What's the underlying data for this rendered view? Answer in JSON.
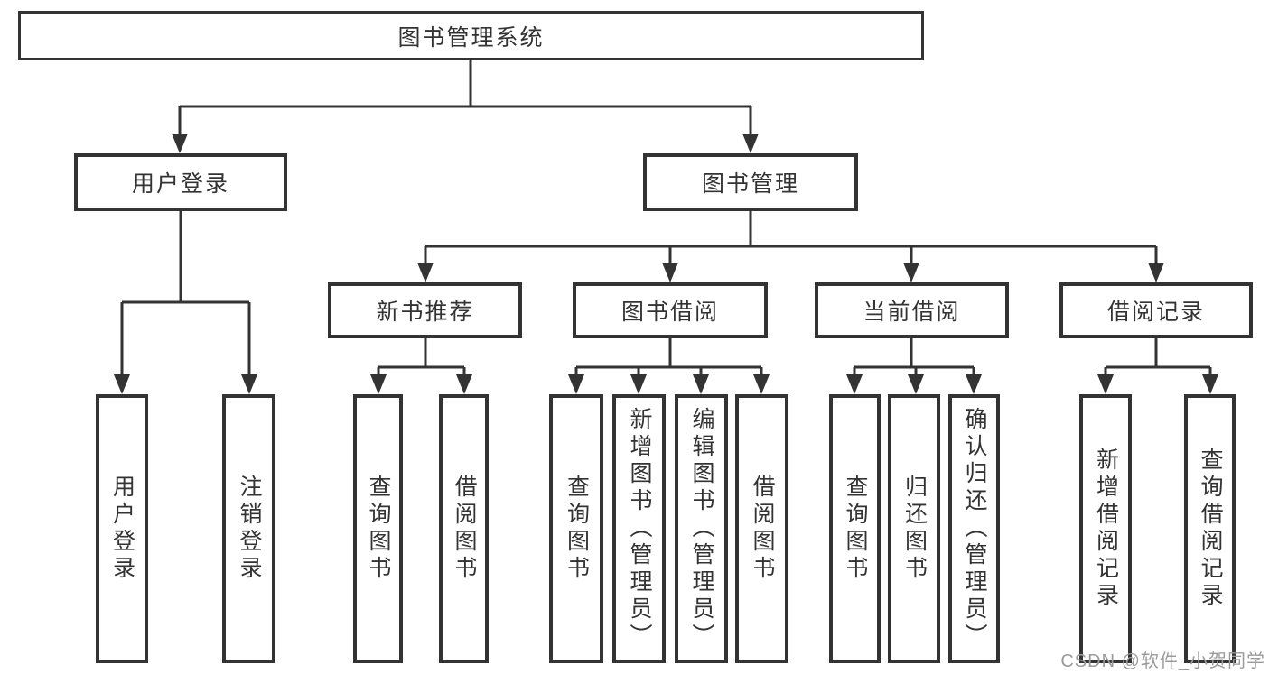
{
  "nodes": {
    "root": {
      "label": "图书管理系统"
    },
    "level2": [
      {
        "label": "用户登录"
      },
      {
        "label": "图书管理"
      }
    ],
    "level3": [
      {
        "label": "新书推荐"
      },
      {
        "label": "图书借阅"
      },
      {
        "label": "当前借阅"
      },
      {
        "label": "借阅记录"
      }
    ],
    "leaves": [
      {
        "label": "用户登录"
      },
      {
        "label": "注销登录"
      },
      {
        "label": "查询图书"
      },
      {
        "label": "借阅图书"
      },
      {
        "label": "查询图书"
      },
      {
        "label": "新增图书（管理员）"
      },
      {
        "label": "编辑图书（管理员）"
      },
      {
        "label": "借阅图书"
      },
      {
        "label": "查询图书"
      },
      {
        "label": "归还图书"
      },
      {
        "label": "确认归还（管理员）"
      },
      {
        "label": "新增借阅记录"
      },
      {
        "label": "查询借阅记录"
      }
    ]
  },
  "colors": {
    "line": "#333333",
    "text": "#333333",
    "box_background": "#ffffff",
    "watermark": "#9b9b9b"
  },
  "watermark": {
    "text": "CSDN @软件_小贺同学"
  }
}
